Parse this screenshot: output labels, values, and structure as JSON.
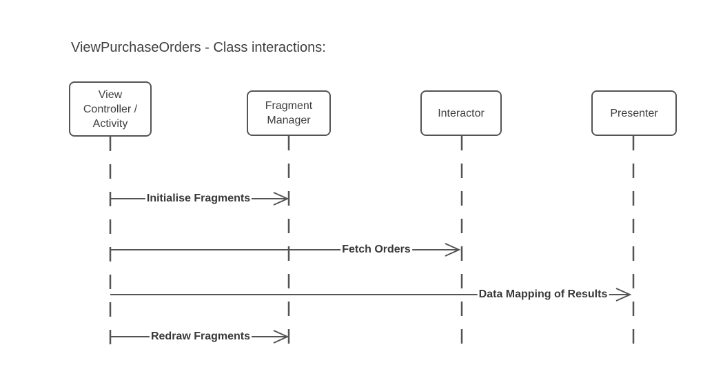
{
  "title": "ViewPurchaseOrders - Class interactions:",
  "diagram_type": "sequence-diagram",
  "actors": [
    {
      "label": "View Controller / Activity"
    },
    {
      "label": "Fragment Manager"
    },
    {
      "label": "Interactor"
    },
    {
      "label": "Presenter"
    }
  ],
  "messages": [
    {
      "label": "Initialise Fragments",
      "from": "View Controller / Activity",
      "to": "Fragment Manager"
    },
    {
      "label": "Fetch Orders",
      "from": "View Controller / Activity",
      "to": "Interactor"
    },
    {
      "label": "Data Mapping of Results",
      "from": "View Controller / Activity",
      "to": "Presenter"
    },
    {
      "label": "Redraw Fragments",
      "from": "View Controller / Activity",
      "to": "Fragment Manager"
    }
  ],
  "colors": {
    "stroke": "#545454",
    "text": "#3e3e3e",
    "label_text": "#383838",
    "background": "#ffffff"
  }
}
